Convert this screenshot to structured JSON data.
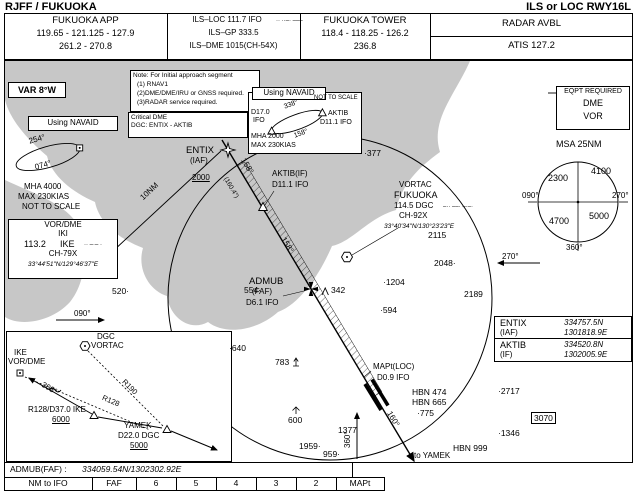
{
  "title_left": "RJFF / FUKUOKA",
  "title_right": "ILS or LOC RWY16L",
  "freq": {
    "app_title": "FUKUOKA APP",
    "app1": "119.65 - 121.125 - 127.9",
    "app2": "261.2 - 270.8",
    "ils1": "ILS–LOC  111.7  IFO",
    "ils1_morse": "·· ··–· –––",
    "ils2": "ILS–GP  333.5",
    "ils3": "ILS–DME  1015(CH-54X)",
    "twr_title": "FUKUOKA TOWER",
    "twr1": "118.4 - 118.25 - 126.2",
    "twr2": "236.8",
    "radar": "RADAR AVBL",
    "atis": "ATIS  127.2"
  },
  "var": "VAR 8°W",
  "note": {
    "t": "Note: For Initial approach segment",
    "n1": "(1) RNAV1",
    "n2": "(2)DME/DME/IRU or GNSS required.",
    "n3": "(3)RADAR service required."
  },
  "using_left": {
    "title": "Using NAVAID",
    "crit1": "Critical DME",
    "crit2": "DGC: ENTIX - AKTIB"
  },
  "hold_ike": {
    "outbound": "254°",
    "inbound": "074°",
    "mha": "MHA 4000",
    "max": "MAX 230KIAS",
    "nts": "NOT TO SCALE"
  },
  "ike_navbox": {
    "type": "VOR/DME",
    "name": "IKI",
    "freq": "113.2",
    "ident": "IKE",
    "morse": "·· –·– ·",
    "ch": "CH-79X",
    "coords": "33°44'51\"N/129°46'37\"E"
  },
  "using_top": {
    "title": "Using NAVAID",
    "nts": "NOT TO SCALE",
    "d17": "D17.0",
    "ifo": "IFO",
    "crs_out": "338°",
    "crs_in": "158°",
    "aktib": "AKTIB",
    "aktib_d": "D11.1 IFO",
    "mha": "MHA 2000",
    "max": "MAX 230KIAS"
  },
  "eqpt": {
    "title": "EQPT REQUIRED",
    "i1": "DME",
    "i2": "VOR"
  },
  "msa": {
    "title": "MSA 25NM",
    "nw": "2300",
    "ne": "4100",
    "sw": "4700",
    "se": "5000",
    "w": "090°",
    "e": "270°",
    "s": "360°"
  },
  "plan": {
    "entix": "ENTIX",
    "entix_p": "(IAF)",
    "entix_alt": "2000",
    "arc": "10NM",
    "crs1": "158°",
    "crs1_true": "(160.4°)",
    "crs2": "158°",
    "crs3": "160°",
    "aktib": "AKTIB(IF)",
    "aktib_d": "D11.1 IFO",
    "vortac_l1": "VORTAC",
    "vortac_l2": "FUKUOKA",
    "vortac_l3": "114.5  DGC",
    "vortac_morse": "–·· ––· –·–·",
    "vortac_l4": "CH-92X",
    "vortac_coords": "33°40'34\"N/130°23'23\"E",
    "admub": "ADMUB",
    "admub_p": "(FAF)",
    "admub_d": "D6.1 IFO",
    "mapt": "MAPt(LOC)",
    "mapt_d": "D0.9 IFO",
    "to_yamek": "to YAMEK",
    "hdg_e": "090°",
    "hdg_w": "270°",
    "hdg_n": "360°"
  },
  "obstacles": {
    "o377": "·377",
    "o2115": "2115",
    "o2048": "2048·",
    "o1204": "·1204",
    "o594": "·594",
    "o2189": "2189",
    "o520": "520·",
    "o554": "554·",
    "o342": "342",
    "o640": "·640",
    "o783": "783",
    "o600": "600",
    "o1377": "1377",
    "o1959": "1959·",
    "o959": "959·",
    "hbn474": "HBN 474",
    "hbn665": "HBN 665",
    "o775": "·775",
    "o2717": "·2717",
    "o3070": "3070",
    "o1346": "·1346",
    "hbn999": "HBN 999"
  },
  "fixbox": {
    "entix": "ENTIX",
    "entix_p": "(IAF)",
    "entix_lat": "334757.5N",
    "entix_lon": "1301818.9E",
    "aktib": "AKTIB",
    "aktib_p": "(IF)",
    "aktib_lat": "334520.8N",
    "aktib_lon": "1302005.9E"
  },
  "inset": {
    "dgc1": "DGC",
    "dgc2": "VORTAC",
    "ike1": "IKE",
    "ike2": "VOR/DME",
    "r190": "R190",
    "r128": "R128",
    "crs308": "308°",
    "fix": "R128/D37.0 IKE",
    "fix_alt": "6000",
    "yamek": "YAMEK",
    "yamek_d": "D22.0 DGC",
    "yamek_alt": "5000"
  },
  "footer": {
    "admub_label": "ADMUB(FAF) :",
    "admub_coords": "334059.54N/1302302.92E"
  },
  "dtable": {
    "c0": "NM to IFO",
    "c1": "FAF",
    "c2": "6",
    "c3": "5",
    "c4": "4",
    "c5": "3",
    "c6": "2",
    "c7": "MAPt"
  }
}
